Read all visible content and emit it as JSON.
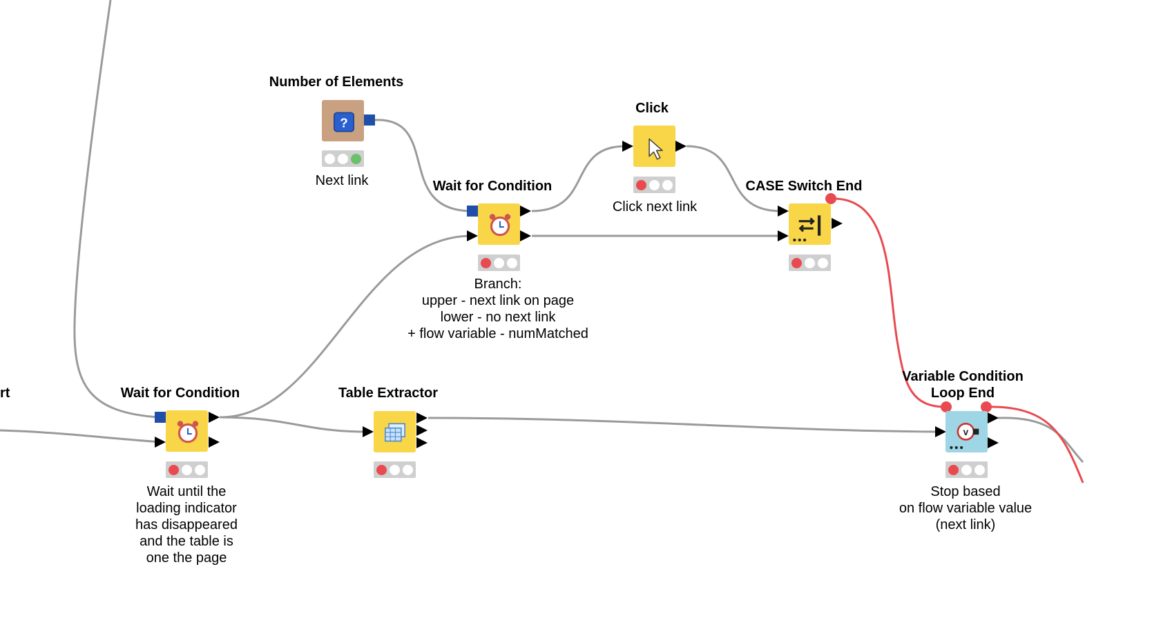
{
  "workflow": {
    "nodes": [
      {
        "id": "n1",
        "title": "Number of Elements",
        "caption": "Next link",
        "status": [
          "off",
          "off",
          "green"
        ],
        "icon": "question-icon"
      },
      {
        "id": "n2",
        "title": "Click",
        "caption": "Click next link",
        "status": [
          "red",
          "off",
          "off"
        ],
        "icon": "cursor-icon"
      },
      {
        "id": "n3",
        "title": "Wait for Condition",
        "caption": "Branch:\nupper - next link on page\nlower - no next link\n+ flow variable - numMatched",
        "status": [
          "red",
          "off",
          "off"
        ],
        "icon": "alarm-clock-icon"
      },
      {
        "id": "n4",
        "title": "CASE Switch End",
        "caption": "",
        "status": [
          "red",
          "off",
          "off"
        ],
        "icon": "switch-end-icon"
      },
      {
        "id": "n5",
        "title": "Wait for Condition",
        "caption": "Wait until the\nloading indicator\nhas disappeared\nand the table is\none the page",
        "status": [
          "red",
          "off",
          "off"
        ],
        "icon": "alarm-clock-icon"
      },
      {
        "id": "n6",
        "title": "Table Extractor",
        "caption": "",
        "status": [
          "red",
          "off",
          "off"
        ],
        "icon": "table-extractor-icon"
      },
      {
        "id": "n7",
        "title": "Variable Condition\nLoop End",
        "caption": "Stop based\non flow variable value\n(next link)",
        "status": [
          "red",
          "off",
          "off"
        ],
        "icon": "variable-loop-end-icon"
      }
    ],
    "partial_left_label": "rt",
    "colors": {
      "node_yellow": "#f8d648",
      "node_tan": "#c9a080",
      "node_blue": "#9fd6e6",
      "connection_gray": "#9a9a9a",
      "variable_connection_red": "#e84a4f",
      "status_red": "#e84a4f",
      "status_green": "#6cc06a",
      "port_blue": "#1f4fa8"
    }
  }
}
